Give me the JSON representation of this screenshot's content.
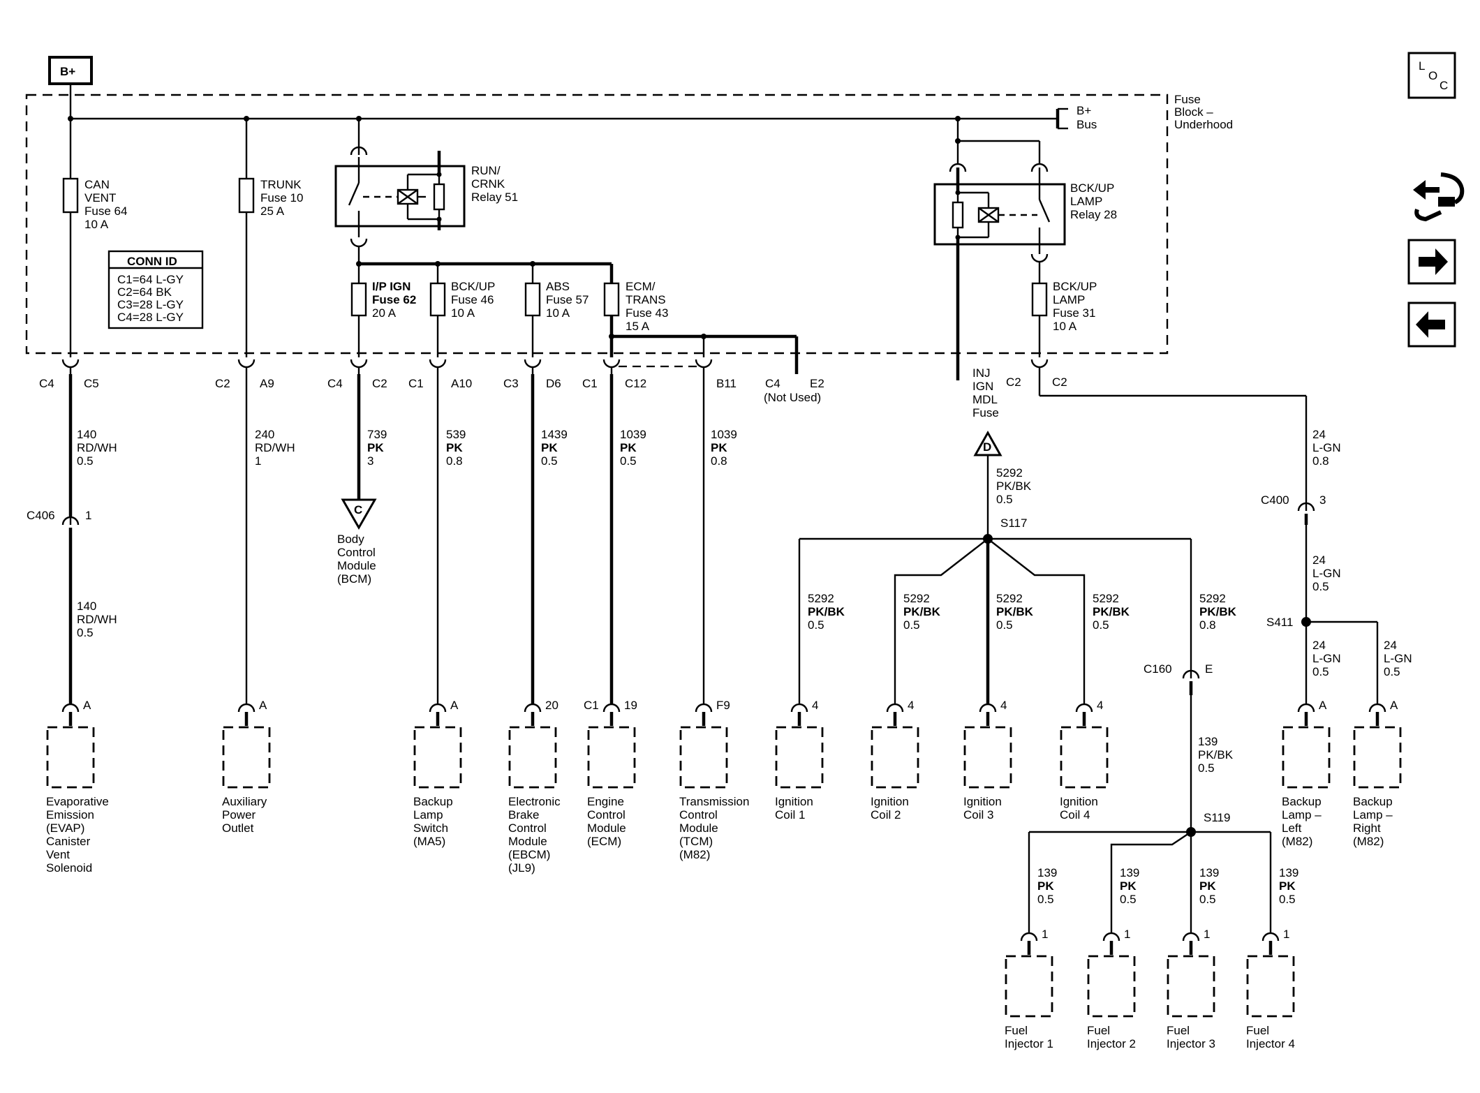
{
  "bplus": "B+",
  "bus_label": [
    "B+",
    "Bus"
  ],
  "fuse_block_label": [
    "Fuse",
    "Block –",
    "Underhood"
  ],
  "fuses": {
    "can_vent": [
      "CAN",
      "VENT",
      "Fuse 64",
      "10 A"
    ],
    "trunk": [
      "TRUNK",
      "Fuse 10",
      "25 A"
    ],
    "ip_ign": [
      "I/P IGN",
      "Fuse 62",
      "20 A"
    ],
    "bckup46": [
      "BCK/UP",
      "Fuse 46",
      "10 A"
    ],
    "abs": [
      "ABS",
      "Fuse 57",
      "10 A"
    ],
    "ecm_trans": [
      "ECM/",
      "TRANS",
      "Fuse 43",
      "15 A"
    ],
    "bckup_lamp31": [
      "BCK/UP",
      "LAMP",
      "Fuse 31",
      "10 A"
    ]
  },
  "relays": {
    "run_crnk": [
      "RUN/",
      "CRNK",
      "Relay 51"
    ],
    "bckup_lamp": [
      "BCK/UP",
      "LAMP",
      "Relay 28"
    ]
  },
  "conn_id": {
    "title": "CONN ID",
    "rows": [
      "C1=64 L-GY",
      "C2=64 BK",
      "C3=28 L-GY",
      "C4=28 L-GY"
    ]
  },
  "connectors": {
    "c1": [
      "C4",
      "C5"
    ],
    "c2": [
      "C2",
      "A9"
    ],
    "c3": [
      "C4",
      "C2"
    ],
    "c4": [
      "C1",
      "A10"
    ],
    "c5": [
      "C3",
      "D6"
    ],
    "c6": [
      "C1",
      "C12"
    ],
    "c7": [
      "B11"
    ],
    "c8": [
      "C4",
      "E2",
      "(Not Used)"
    ],
    "c9": [
      "C2",
      "C2"
    ],
    "c406": [
      "C406",
      "1"
    ],
    "c400": [
      "C400",
      "3"
    ],
    "c160": [
      "C160",
      "E"
    ],
    "inj_fuse": [
      "INJ",
      "IGN",
      "MDL",
      "Fuse"
    ]
  },
  "wires": {
    "w140a": [
      "140",
      "RD/WH",
      "0.5"
    ],
    "w140b": [
      "140",
      "RD/WH",
      "0.5"
    ],
    "w240": [
      "240",
      "RD/WH",
      "1"
    ],
    "w739": [
      "739",
      "PK",
      "3"
    ],
    "w539": [
      "539",
      "PK",
      "0.8"
    ],
    "w1439": [
      "1439",
      "PK",
      "0.5"
    ],
    "w1039a": [
      "1039",
      "PK",
      "0.5"
    ],
    "w1039b": [
      "1039",
      "PK",
      "0.8"
    ],
    "w5292": [
      "5292",
      "PK/BK",
      "0.5"
    ],
    "w5292c1": [
      "5292",
      "PK/BK",
      "0.5"
    ],
    "w5292c2": [
      "5292",
      "PK/BK",
      "0.5"
    ],
    "w5292c3": [
      "5292",
      "PK/BK",
      "0.5"
    ],
    "w5292c4": [
      "5292",
      "PK/BK",
      "0.5"
    ],
    "w5292e": [
      "5292",
      "PK/BK",
      "0.8"
    ],
    "w24a": [
      "24",
      "L-GN",
      "0.8"
    ],
    "w24b": [
      "24",
      "L-GN",
      "0.5"
    ],
    "w24c": [
      "24",
      "L-GN",
      "0.5"
    ],
    "w24d": [
      "24",
      "L-GN",
      "0.5"
    ],
    "w139": [
      "139",
      "PK/BK",
      "0.5"
    ],
    "w139i1": [
      "139",
      "PK",
      "0.5"
    ],
    "w139i2": [
      "139",
      "PK",
      "0.5"
    ],
    "w139i3": [
      "139",
      "PK",
      "0.5"
    ],
    "w139i4": [
      "139",
      "PK",
      "0.5"
    ]
  },
  "splices": {
    "s117": "S117",
    "s411": "S411",
    "s119": "S119"
  },
  "offpage": {
    "c": "C",
    "d": "D"
  },
  "bcm_label": [
    "Body",
    "Control",
    "Module",
    "(BCM)"
  ],
  "components": {
    "evap": {
      "pin": "A",
      "label": [
        "Evaporative",
        "Emission",
        "(EVAP)",
        "Canister",
        "Vent",
        "Solenoid"
      ]
    },
    "aux": {
      "pin": "A",
      "label": [
        "Auxiliary",
        "Power",
        "Outlet"
      ]
    },
    "backup_switch": {
      "pin": "A",
      "label": [
        "Backup",
        "Lamp",
        "Switch",
        "(MA5)"
      ]
    },
    "ebcm": {
      "pin": "20",
      "label": [
        "Electronic",
        "Brake",
        "Control",
        "Module",
        "(EBCM)",
        "(JL9)"
      ]
    },
    "ecm": {
      "pin": "19",
      "conn": "C1",
      "label": [
        "Engine",
        "Control",
        "Module",
        "(ECM)"
      ]
    },
    "tcm": {
      "pin": "F9",
      "label": [
        "Transmission",
        "Control",
        "Module",
        "(TCM)",
        "(M82)"
      ]
    },
    "coil1": {
      "pin": "4",
      "label": [
        "Ignition",
        "Coil 1"
      ]
    },
    "coil2": {
      "pin": "4",
      "label": [
        "Ignition",
        "Coil 2"
      ]
    },
    "coil3": {
      "pin": "4",
      "label": [
        "Ignition",
        "Coil 3"
      ]
    },
    "coil4": {
      "pin": "4",
      "label": [
        "Ignition",
        "Coil 4"
      ]
    },
    "lamp_left": {
      "pin": "A",
      "label": [
        "Backup",
        "Lamp –",
        "Left",
        "(M82)"
      ]
    },
    "lamp_right": {
      "pin": "A",
      "label": [
        "Backup",
        "Lamp –",
        "Right",
        "(M82)"
      ]
    },
    "inj1": {
      "pin": "1",
      "label": [
        "Fuel",
        "Injector 1"
      ]
    },
    "inj2": {
      "pin": "1",
      "label": [
        "Fuel",
        "Injector 2"
      ]
    },
    "inj3": {
      "pin": "1",
      "label": [
        "Fuel",
        "Injector 3"
      ]
    },
    "inj4": {
      "pin": "1",
      "label": [
        "Fuel",
        "Injector 4"
      ]
    }
  },
  "nav": {
    "loc": [
      "L",
      "O",
      "C"
    ]
  }
}
